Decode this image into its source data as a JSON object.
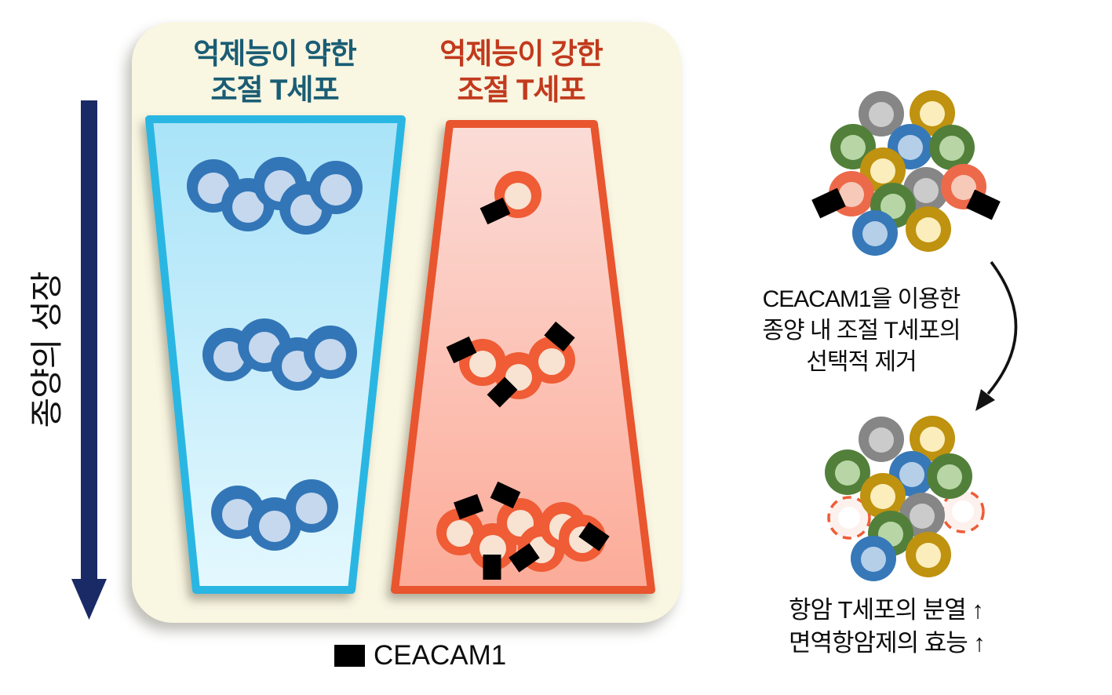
{
  "colors": {
    "page_bg": "#ffffff",
    "panel_bg": "#f9f6e2",
    "header_weak": "#1a5d74",
    "header_strong": "#c23a1d",
    "navy_arrow": "#1a2a66",
    "text": "#0d0d0d",
    "marker": "#000000",
    "blue_border": "#29b6e2",
    "blue_fill_top": "#a9e3f8",
    "blue_fill_bottom": "#e4f8fe",
    "blue_cell": "#3376b7",
    "blue_cell_inner": "#c6d8ee",
    "red_border": "#e8552e",
    "red_fill_top": "#fbdcd7",
    "red_fill_bottom": "#fcab98",
    "red_cell": "#ef5c35",
    "red_cell_inner": "#f8e2d2",
    "removed_border": "#ef5c35",
    "removed_fill": "#fdf1ee",
    "removed_inner": "#ffffff",
    "arrow_black": "#121212",
    "cluster": {
      "gray": [
        "#868686",
        "#cbcbcb"
      ],
      "gold": [
        "#bf920f",
        "#fbeebc"
      ],
      "green": [
        "#52803a",
        "#b8d6a5"
      ],
      "blue": [
        "#3778b8",
        "#b5cfe9"
      ],
      "orange": [
        "#ec6a4a",
        "#f7c9b8"
      ]
    }
  },
  "headers": {
    "weak": {
      "line1": "억제능이 약한",
      "line2": "조절 T세포"
    },
    "strong": {
      "line1": "억제능이 강한",
      "line2": "조절 T세포"
    }
  },
  "axis_label": "종양의 성장",
  "legend": {
    "label": "CEACAM1"
  },
  "process_note": {
    "line1": "CEACAM1을 이용한",
    "line2": "종양 내 조절 T세포의",
    "line3": "선택적 제거"
  },
  "outcome_note": {
    "line1": "항암 T세포의 분열 ↑",
    "line2": "면역항암제의 효능 ↑"
  },
  "diagram": {
    "blue_cells": [
      [
        272,
        237
      ],
      [
        316,
        261
      ],
      [
        357,
        234
      ],
      [
        390,
        265
      ],
      [
        428,
        239
      ],
      [
        292,
        452
      ],
      [
        337,
        440
      ],
      [
        379,
        464
      ],
      [
        421,
        449
      ],
      [
        303,
        653
      ],
      [
        350,
        668
      ],
      [
        397,
        645
      ]
    ],
    "red_cells": [
      [
        660,
        248
      ],
      [
        615,
        462
      ],
      [
        661,
        479
      ],
      [
        703,
        459
      ],
      [
        586,
        678
      ],
      [
        628,
        697
      ],
      [
        663,
        665
      ],
      [
        690,
        699
      ],
      [
        717,
        670
      ],
      [
        742,
        686
      ]
    ],
    "red_markers": [
      [
        631,
        269,
        -25
      ],
      [
        588,
        446,
        -25
      ],
      [
        640,
        500,
        -45
      ],
      [
        713,
        429,
        40
      ],
      [
        597,
        646,
        -20
      ],
      [
        644,
        631,
        25
      ],
      [
        627,
        723,
        90
      ],
      [
        668,
        711,
        -35
      ],
      [
        757,
        684,
        35
      ]
    ],
    "tumor_before": {
      "cells": [
        [
          "gray",
          1123,
          145
        ],
        [
          "gold",
          1188,
          144
        ],
        [
          "green",
          1087,
          187
        ],
        [
          "blue",
          1160,
          187
        ],
        [
          "green",
          1213,
          188
        ],
        [
          "gold",
          1125,
          217
        ],
        [
          "orange",
          1085,
          247
        ],
        [
          "gray",
          1180,
          242
        ],
        [
          "orange",
          1228,
          238
        ],
        [
          "green",
          1138,
          262
        ],
        [
          "blue",
          1115,
          297
        ],
        [
          "gold",
          1183,
          292
        ]
      ],
      "markers": [
        [
          1056,
          259,
          -25
        ],
        [
          1253,
          261,
          25
        ]
      ]
    },
    "tumor_after": {
      "cells": [
        [
          "removed",
          1082,
          660
        ],
        [
          "removed",
          1227,
          652
        ],
        [
          "gray",
          1123,
          560
        ],
        [
          "gold",
          1188,
          559
        ],
        [
          "green",
          1080,
          602
        ],
        [
          "blue",
          1162,
          604
        ],
        [
          "green",
          1210,
          607
        ],
        [
          "gold",
          1125,
          632
        ],
        [
          "gray",
          1175,
          657
        ],
        [
          "green",
          1135,
          680
        ],
        [
          "blue",
          1113,
          712
        ],
        [
          "gold",
          1183,
          707
        ]
      ],
      "markers": []
    }
  }
}
